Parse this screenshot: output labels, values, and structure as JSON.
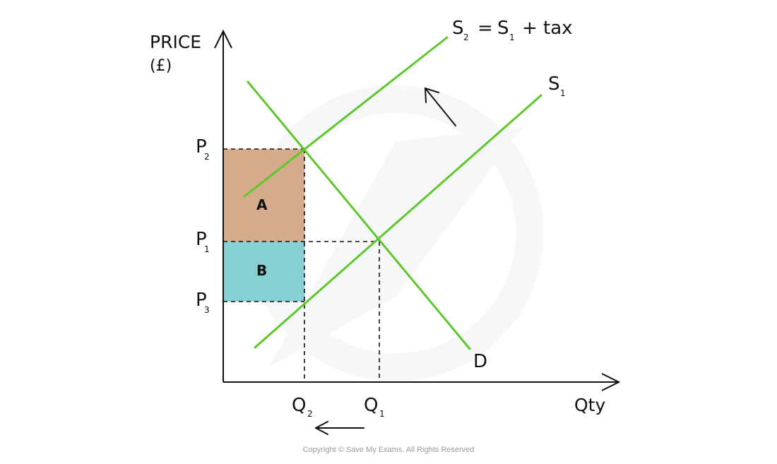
{
  "axes": {
    "y_label": "PRICE",
    "y_unit": "(£)",
    "x_label": "Qty"
  },
  "prices": {
    "p2": {
      "main": "P",
      "sub": "2"
    },
    "p1": {
      "main": "P",
      "sub": "1"
    },
    "p3": {
      "main": "P",
      "sub": "3"
    }
  },
  "quantities": {
    "q2": {
      "main": "Q",
      "sub": "2"
    },
    "q1": {
      "main": "Q",
      "sub": "1"
    }
  },
  "curves": {
    "s2": {
      "a": "S",
      "a_sub": "2",
      "eq": "=",
      "b": "S",
      "b_sub": "1",
      "rest": "+ tax"
    },
    "s1": {
      "main": "S",
      "sub": "1"
    },
    "d": {
      "main": "D"
    }
  },
  "regions": {
    "a": {
      "label": "A",
      "color": "#d4a785"
    },
    "b": {
      "label": "B",
      "color": "#86cfd2"
    }
  },
  "colors": {
    "curve": "#5ec72c"
  },
  "copyright": "Copyright © Save My Exams. All Rights Reserved"
}
